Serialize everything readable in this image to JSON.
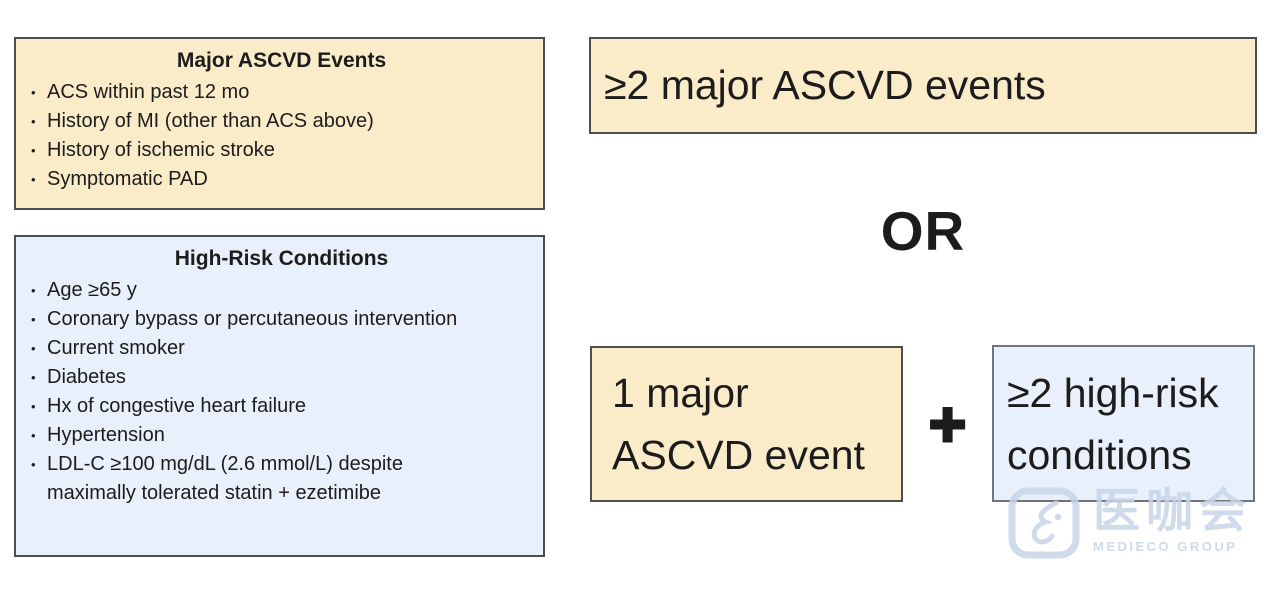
{
  "palette": {
    "cream_box_bg": "#FAEBC9",
    "blue_box_bg": "#E8F0FB",
    "box_border_dark": "#4D4D4D",
    "box_border_gray": "#70757D",
    "text_color": "#1C1C1C",
    "watermark_color": "#C7D5E8"
  },
  "left_panel": {
    "major_events": {
      "title": "Major ASCVD Events",
      "items": [
        "ACS within past 12 mo",
        "History of MI (other than ACS above)",
        "History of ischemic stroke",
        "Symptomatic PAD"
      ]
    },
    "high_risk": {
      "title": "High-Risk Conditions",
      "items": [
        "Age ≥65 y",
        "Coronary bypass or percutaneous intervention",
        "Current smoker",
        "Diabetes",
        "Hx of congestive heart failure",
        "Hypertension",
        "LDL-C ≥100 mg/dL (2.6 mmol/L) despite maximally tolerated statin + ezetimibe"
      ]
    }
  },
  "right_panel": {
    "top_box_label": "≥2 major ASCVD events",
    "or_label": "OR",
    "one_major_box": {
      "lines": [
        "1 major",
        "ASCVD event"
      ]
    },
    "plus_label": "+",
    "high_risk_box": {
      "lines": [
        "≥2 high-risk",
        "conditions"
      ]
    }
  },
  "watermark": {
    "cn_label": "医咖会",
    "en_label": "MEDIECO GROUP"
  }
}
